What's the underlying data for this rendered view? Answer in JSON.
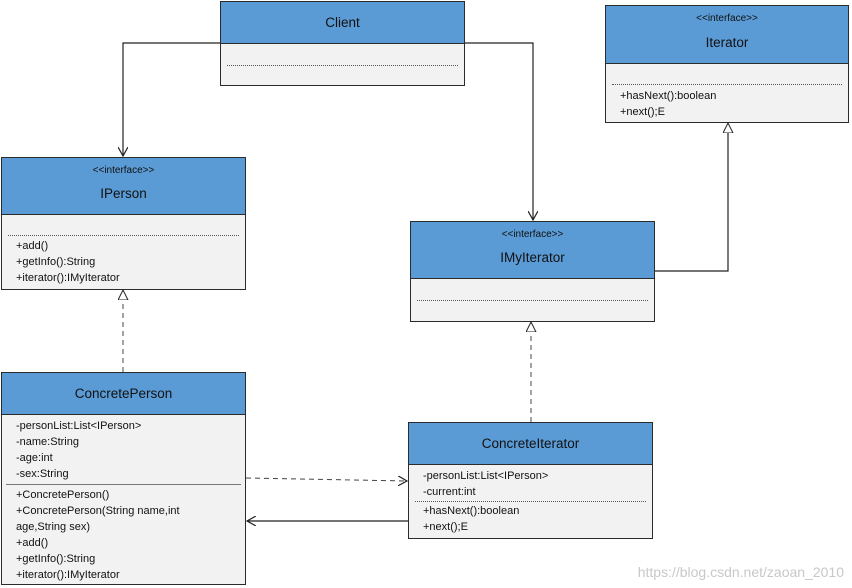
{
  "classes": {
    "client": {
      "name": "Client"
    },
    "iterator": {
      "stereotype": "<<interface>>",
      "name": "Iterator",
      "methods": [
        "+hasNext():boolean",
        "+next();E"
      ]
    },
    "iperson": {
      "stereotype": "<<interface>>",
      "name": "IPerson",
      "methods": [
        "+add()",
        "+getInfo():String",
        "+iterator():IMyIterator"
      ]
    },
    "imyiterator": {
      "stereotype": "<<interface>>",
      "name": "IMyIterator"
    },
    "concreteperson": {
      "name": "ConcretePerson",
      "attributes": [
        "-personList:List<IPerson>",
        "-name:String",
        "-age:int",
        "-sex:String"
      ],
      "methods": [
        "+ConcretePerson()",
        "+ConcretePerson(String name,int",
        "age,String sex)",
        "+add()",
        "+getInfo():String",
        "+iterator():IMyIterator"
      ]
    },
    "concreteiterator": {
      "name": "ConcreteIterator",
      "attributes": [
        "-personList:List<IPerson>",
        "-current:int"
      ],
      "methods": [
        "+hasNext():boolean",
        "+next();E"
      ]
    }
  },
  "watermark": "https://blog.csdn.net/zaoan_2010"
}
